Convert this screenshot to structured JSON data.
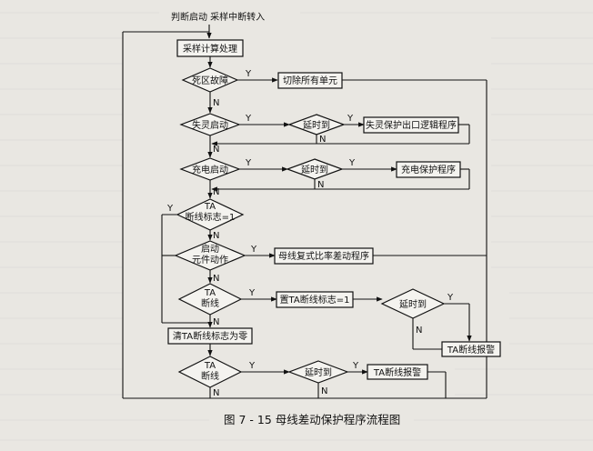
{
  "entry": {
    "label": "判断启动   采样中断转入"
  },
  "nodes": {
    "sample": "采样计算处理",
    "deadzone": "死区故障",
    "trip_all": "切除所有单元",
    "misstart": "失灵启动",
    "delay1": "延时到",
    "misprog": "失灵保护出口逻辑程序",
    "charge": "充电启动",
    "delay2": "延时到",
    "chargeprog": "充电保护程序",
    "ta_flag_l1": "TA",
    "ta_flag_l2": "断线标志=1",
    "start_l1": "启动",
    "start_l2": "元件动作",
    "diffprog": "母线复式比率差动程序",
    "ta1_l1": "TA",
    "ta1_l2": "断线",
    "set_flag": "置TA断线标志=1",
    "delay3": "延时到",
    "clear_flag": "清TA断线标志为零",
    "alarm1": "TA断线报警",
    "ta2_l1": "TA",
    "ta2_l2": "断线",
    "delay4": "延时到",
    "alarm2": "TA断线报警"
  },
  "yes": "Y",
  "no": "N",
  "caption": "图 7 - 15    母线差动保护程序流程图"
}
